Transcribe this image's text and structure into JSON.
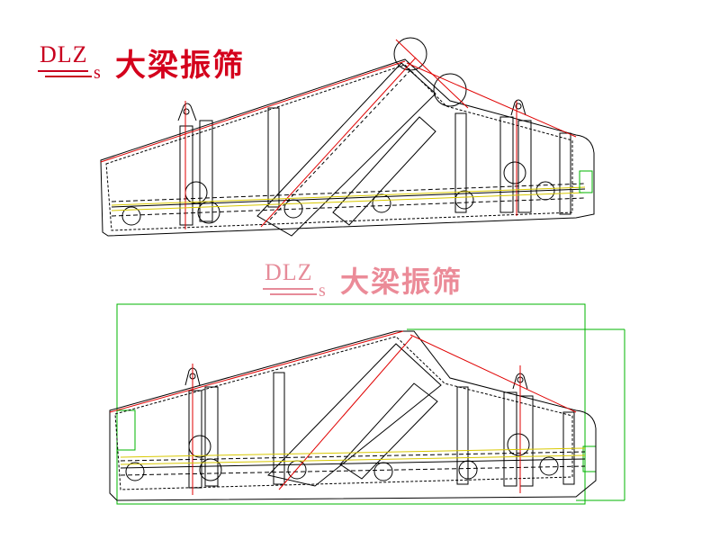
{
  "logo": {
    "mark_text": "DLZ",
    "mark_sub": "s",
    "brand_text": "大梁振筛",
    "brand_color": "#d4001c"
  },
  "drawing": {
    "line_color": "#000000",
    "centerline_color": "#e00000",
    "frame_color": "#00b400",
    "guide_color": "#e0d000"
  }
}
